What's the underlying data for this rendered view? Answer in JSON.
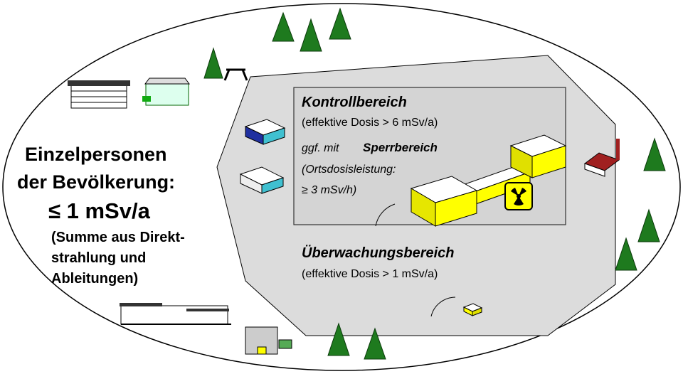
{
  "colors": {
    "zone_fill": "#dcdcdc",
    "control_fill": "#d4d4d4",
    "yellow": "#ffff00",
    "tree": "#1e7a1e"
  },
  "public": {
    "line1": "Einzelpersonen",
    "line2": "der Bevölkerung:",
    "limit": "≤ 1 mSv/a",
    "note1": "(Summe aus Direkt-",
    "note2": "strahlung und",
    "note3": "Ableitungen)"
  },
  "control_area": {
    "title": "Kontrollbereich",
    "dose": "(effektive Dosis > 6 mSv/a)",
    "prefix": "ggf. mit",
    "restricted_title": "Sperrbereich",
    "restricted_line1": "(Ortsdosisleistung:",
    "restricted_line2": "≥ 3 mSv/h)"
  },
  "monitoring_area": {
    "title": "Überwachungsbereich",
    "dose": "(effektive Dosis > 1 mSv/a)"
  }
}
